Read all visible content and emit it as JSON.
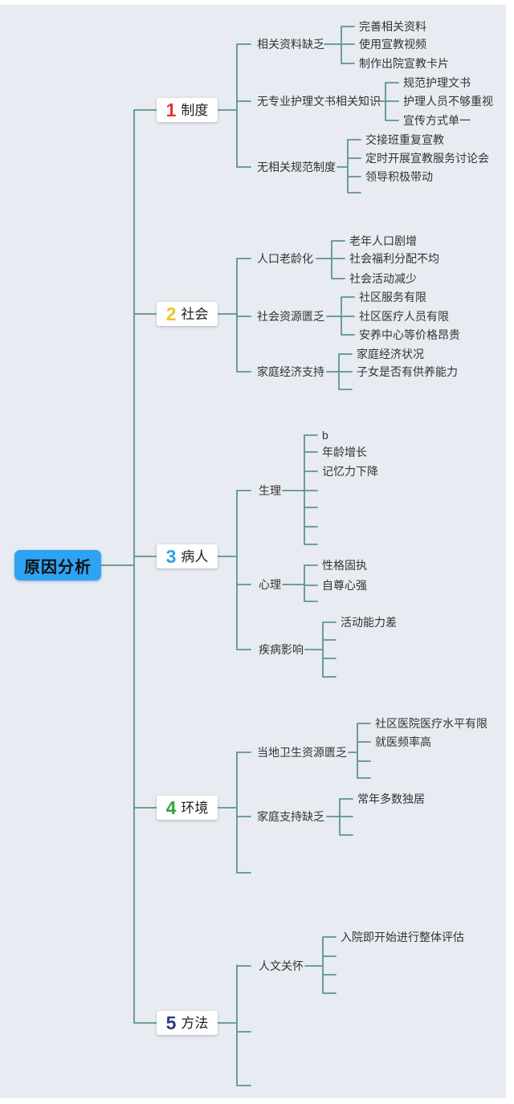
{
  "colors": {
    "background": "#E8EBF1",
    "line": "#5B968B",
    "root_bg": "#2EA3F4",
    "section_numbers": [
      "#E5332E",
      "#EFC428",
      "#2E9FE6",
      "#2FA43C",
      "#2B3A8F"
    ]
  },
  "root": {
    "label": "原因分析"
  },
  "sections": [
    {
      "number": "1",
      "label": "制度",
      "color": "#E5332E",
      "children": [
        {
          "label": "相关资料缺乏",
          "grandchildren": [
            "完善相关资料",
            "使用宣教视频",
            "制作出院宣教卡片"
          ]
        },
        {
          "label": "无专业护理文书相关知识",
          "grandchildren": [
            "规范护理文书",
            "护理人员不够重视",
            "宣传方式单一"
          ]
        },
        {
          "label": "无相关规范制度",
          "grandchildren": [
            "交接班重复宣教",
            "定时开展宣教服务讨论会",
            "领导积极带动"
          ]
        }
      ]
    },
    {
      "number": "2",
      "label": "社会",
      "color": "#EFC428",
      "children": [
        {
          "label": "人口老龄化",
          "grandchildren": [
            "老年人口剧增",
            "社会福利分配不均",
            "社会活动减少"
          ]
        },
        {
          "label": "社会资源匮乏",
          "grandchildren": [
            "社区服务有限",
            "社区医疗人员有限",
            "安养中心等价格昂贵"
          ]
        },
        {
          "label": "家庭经济支持",
          "grandchildren": [
            "家庭经济状况",
            "子女是否有供养能力"
          ]
        }
      ]
    },
    {
      "number": "3",
      "label": "病人",
      "color": "#2E9FE6",
      "children": [
        {
          "label": "生理",
          "grandchildren": [
            "b",
            "年龄增长",
            "记忆力下降"
          ]
        },
        {
          "label": "心理",
          "grandchildren": [
            "性格固执",
            "自尊心强"
          ]
        },
        {
          "label": "疾病影响",
          "grandchildren": [
            "活动能力差"
          ]
        }
      ]
    },
    {
      "number": "4",
      "label": "环境",
      "color": "#2FA43C",
      "children": [
        {
          "label": "当地卫生资源匮乏",
          "grandchildren": [
            "社区医院医疗水平有限",
            "就医频率高"
          ]
        },
        {
          "label": "家庭支持缺乏",
          "grandchildren": [
            "常年多数独居"
          ]
        }
      ]
    },
    {
      "number": "5",
      "label": "方法",
      "color": "#2B3A8F",
      "children": [
        {
          "label": "人文关怀",
          "grandchildren": [
            "入院即开始进行整体评估"
          ]
        }
      ]
    }
  ]
}
